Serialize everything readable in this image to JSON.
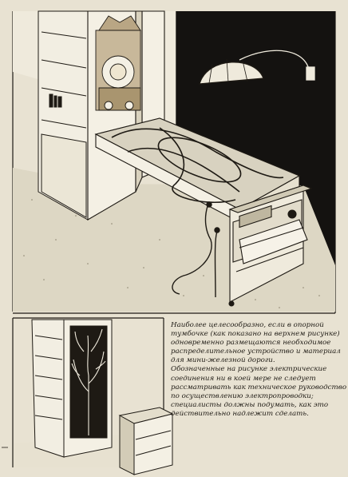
{
  "caption": {
    "lines": [
      "Наиболее целесообразно, если в опорной",
      "тумбочке (как показано на верхнем рисунке)",
      "одновременно размещаются необходимое",
      "распределительное устройство и материал",
      "для мини-железной дороги.",
      "Обозначенные на рисунке электрические",
      "соединения ни в коей мере не следует",
      "рассматривать как техническое руководство",
      "по осуществлению электропроводки;",
      "специалисты должны подумать, как это",
      "действительно надлежит сделать."
    ]
  },
  "colors": {
    "paper": "#e8e2d2",
    "ink": "#1e1a14",
    "wall": "#141210",
    "floor": "#ddd7c4"
  }
}
